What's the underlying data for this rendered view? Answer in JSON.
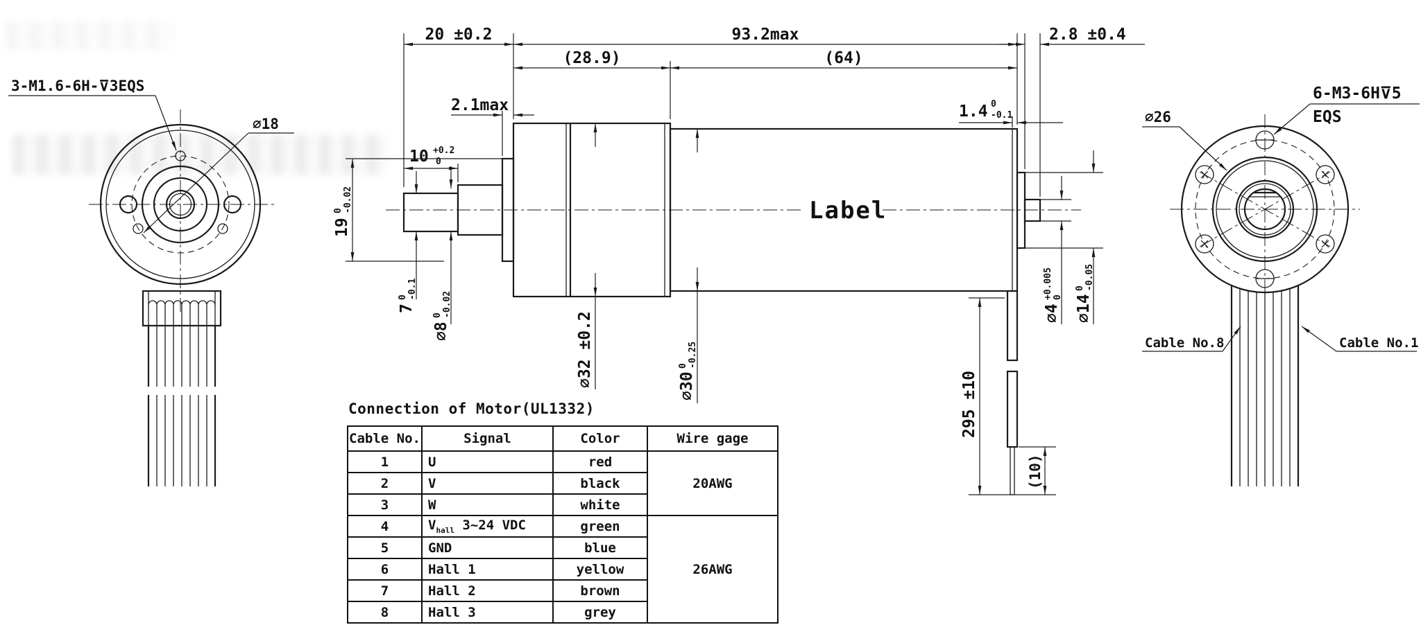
{
  "left_view": {
    "thread_callout": "3-M1.6-6H-⊽3EQS",
    "diameter_label": "⌀18"
  },
  "right_view": {
    "thread_callout_line1": "6-M3-6H⊽5",
    "thread_callout_line2": "EQS",
    "diameter_label": "⌀26",
    "cable8_label": "Cable No.8",
    "cable1_label": "Cable No.1"
  },
  "side_view": {
    "label_text": "Label",
    "dims": {
      "front_section": "20 ±0.2",
      "overall": "93.2max",
      "rear_shaft": "2.8 ±0.4",
      "gearbox": "(28.9)",
      "body": "(64)",
      "pilot": "2.1max",
      "shaft_len": {
        "v": "10",
        "up": "+0.2",
        "lo": "0"
      },
      "pilot_dia": {
        "v": "19",
        "up": "0",
        "lo": "-0.02"
      },
      "flat": {
        "v": "7",
        "up": "0",
        "lo": "-0.1"
      },
      "shaft_dia": {
        "v": "⌀8",
        "up": "0",
        "lo": "-0.02"
      },
      "gear_dia": "⌀32 ±0.2",
      "body_dia": {
        "v": "⌀30",
        "up": "0",
        "lo": "-0.25"
      },
      "rear_plate": {
        "v": "1.4",
        "up": "0",
        "lo": "-0.1"
      },
      "rear_nub_dia": {
        "v": "⌀4",
        "up": "+0.005",
        "lo": "0"
      },
      "rear_boss_dia": {
        "v": "⌀14",
        "up": "0",
        "lo": "-0.05"
      },
      "cable_len": "295 ±10",
      "strip_len": "(10)"
    }
  },
  "table": {
    "title": "Connection of Motor(UL1332)",
    "headers": [
      "Cable No.",
      "Signal",
      "Color",
      "Wire gage"
    ],
    "rows": [
      {
        "no": "1",
        "signal": "U",
        "sub": "",
        "rest": "",
        "color": "red"
      },
      {
        "no": "2",
        "signal": "V",
        "sub": "",
        "rest": "",
        "color": "black"
      },
      {
        "no": "3",
        "signal": "W",
        "sub": "",
        "rest": "",
        "color": "white"
      },
      {
        "no": "4",
        "signal": "V",
        "sub": "hall",
        "rest": " 3~24 VDC",
        "color": "green"
      },
      {
        "no": "5",
        "signal": "GND",
        "sub": "",
        "rest": "",
        "color": "blue"
      },
      {
        "no": "6",
        "signal": "Hall 1",
        "sub": "",
        "rest": "",
        "color": "yellow"
      },
      {
        "no": "7",
        "signal": "Hall 2",
        "sub": "",
        "rest": "",
        "color": "brown"
      },
      {
        "no": "8",
        "signal": "Hall 3",
        "sub": "",
        "rest": "",
        "color": "grey"
      }
    ],
    "wire_gages": [
      {
        "label": "20AWG"
      },
      {
        "label": "26AWG"
      }
    ]
  }
}
